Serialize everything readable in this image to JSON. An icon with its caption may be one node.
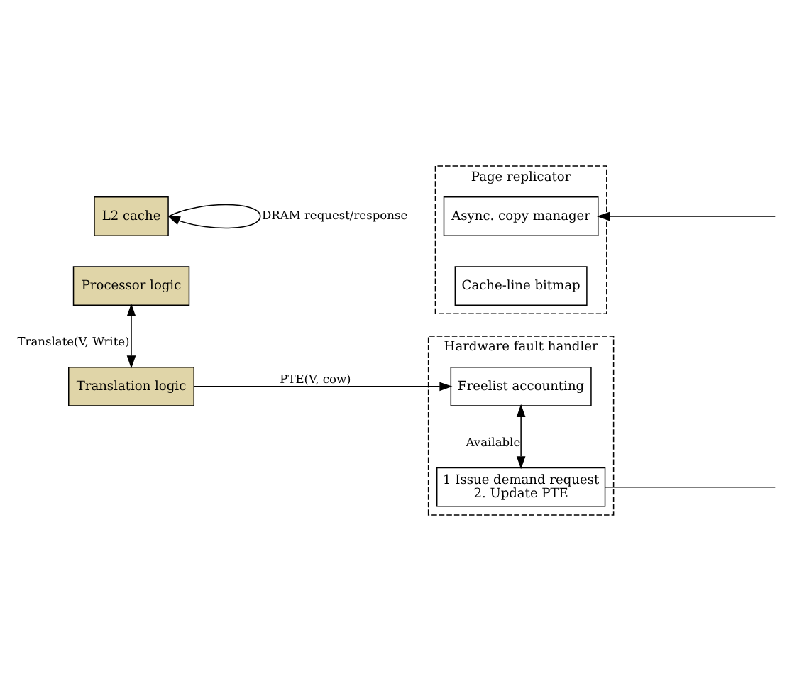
{
  "diagram": {
    "nodes": [
      {
        "text": [
          "Processor logic"
        ]
      },
      {
        "text": [
          "Translation logic"
        ]
      },
      {
        "text": [
          "Hardware fault handler"
        ]
      },
      {
        "text": [
          "1 Issue demand request",
          "2. Update PTE"
        ],
        "in": 2
      },
      {
        "text": [
          "Freelist accounting"
        ],
        "in": 2
      },
      {
        "text": [
          "L2 cache"
        ]
      },
      {
        "text": [
          "Page replicator"
        ]
      },
      {
        "text": [
          "Async. copy manager"
        ],
        "in": 6
      },
      {
        "text": [
          "Cache-line bitmap"
        ],
        "in": 6
      }
    ],
    "edges": [
      {
        "from": 0,
        "to": 1,
        "arrow": "both",
        "label": "Translate(V, Write)"
      },
      {
        "from": 1,
        "to": 4,
        "arrow": "to",
        "label": "PTE(V, cow)"
      },
      {
        "from": 3,
        "to": 4,
        "arrow": "both",
        "label": "Available"
      },
      {
        "from": 5,
        "to": 5,
        "arrow": "to",
        "label": "DRAM request/response"
      },
      {
        "from": 3,
        "to": null,
        "arrow": "none"
      },
      {
        "from": null,
        "to": 7,
        "arrow": "to"
      }
    ]
  }
}
